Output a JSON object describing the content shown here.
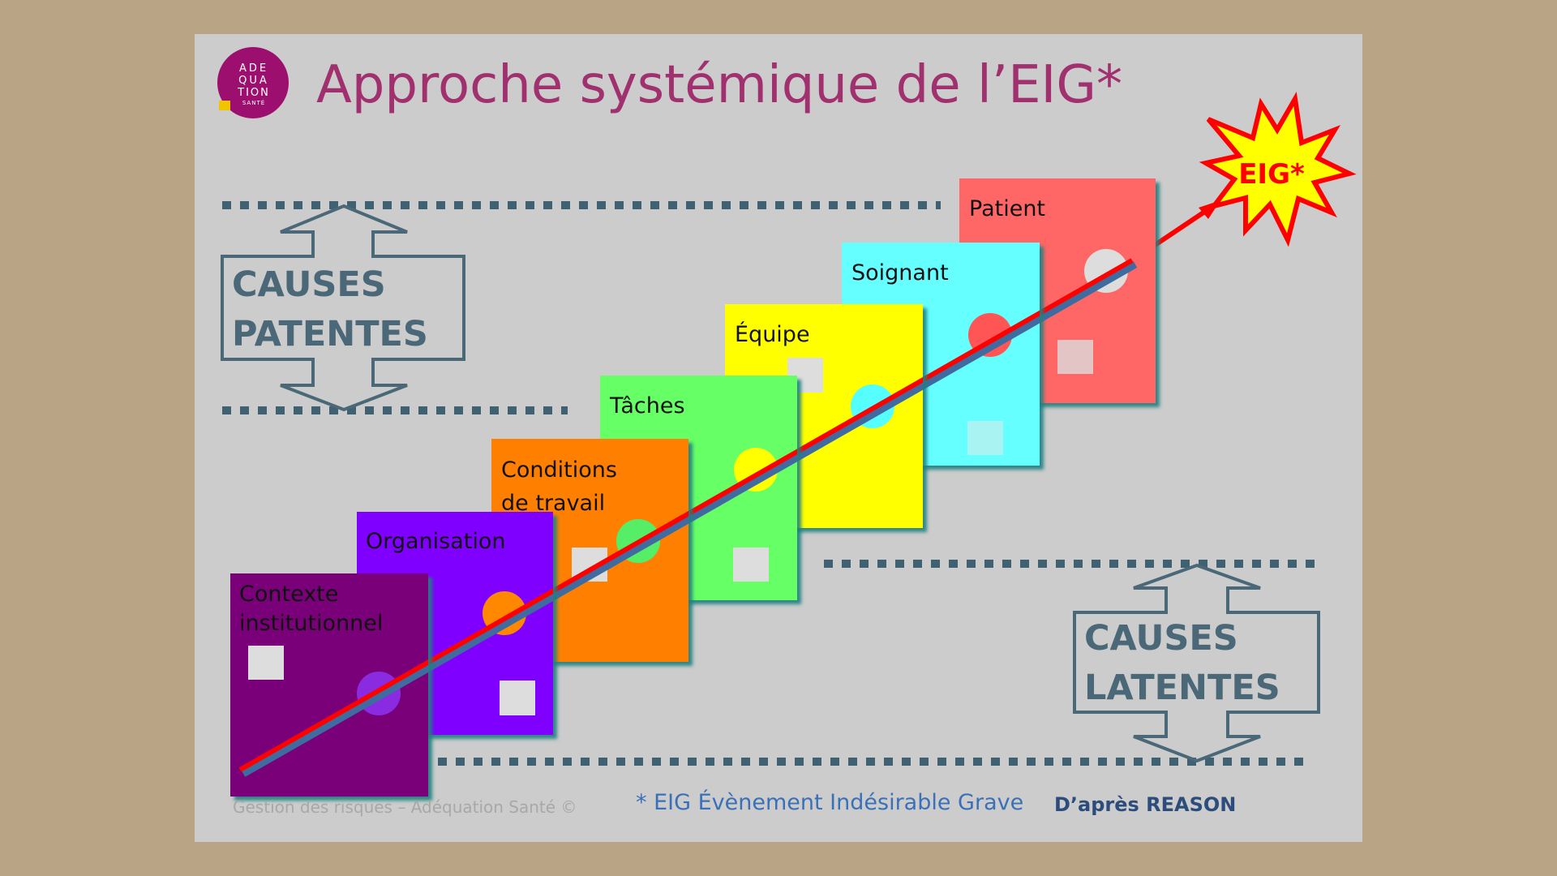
{
  "title": "Approche systémique de l’EIG*",
  "logo": {
    "lines": [
      "ADE",
      "QUA",
      "TION",
      "SANTÉ"
    ],
    "color": "#9c0f6e"
  },
  "burst_label": "EIG*",
  "causes_patentes": [
    "CAUSES",
    "PATENTES"
  ],
  "causes_latentes": [
    "CAUSES",
    "LATENTES"
  ],
  "layers": [
    {
      "lines": [
        "Contexte",
        "institutionnel"
      ],
      "color": "#7a007a",
      "hole": "#8a2be2"
    },
    {
      "lines": [
        "Organisation"
      ],
      "color": "#8000ff",
      "hole": "#ff8800"
    },
    {
      "lines": [
        "Conditions",
        "de travail"
      ],
      "color": "#ff8000",
      "hole": "#55ee66"
    },
    {
      "lines": [
        "Tâches"
      ],
      "color": "#66ff66",
      "hole": "#ffff00"
    },
    {
      "lines": [
        "Équipe"
      ],
      "color": "#ffff00",
      "hole": "#55ffff"
    },
    {
      "lines": [
        "Soignant"
      ],
      "color": "#66ffff",
      "hole": "#ff5555"
    },
    {
      "lines": [
        "Patient"
      ],
      "color": "#ff6666",
      "hole": "#dddddd"
    }
  ],
  "footer": {
    "copyright": "Gestion des risques – Adéquation Santé ©",
    "definition": "* EIG Évènement Indésirable Grave",
    "source": "D’après REASON"
  }
}
